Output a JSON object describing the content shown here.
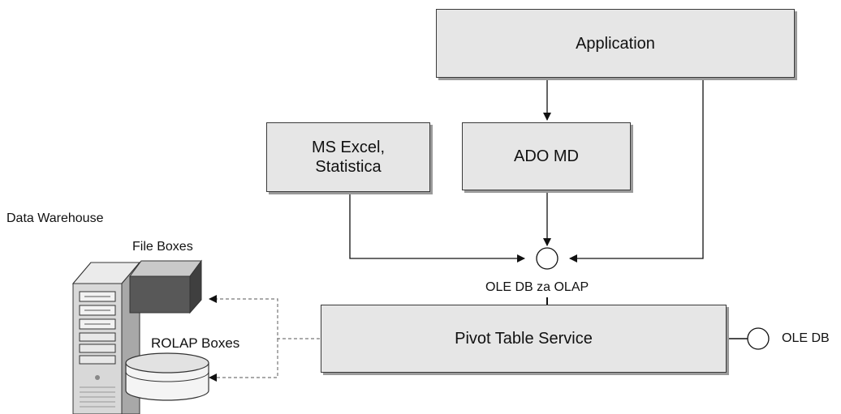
{
  "boxes": {
    "application": "Application",
    "ms_excel_line1": "MS Excel,",
    "ms_excel_line2": "Statistica",
    "ado_md": "ADO MD",
    "pivot_table_service": "Pivot Table Service"
  },
  "labels": {
    "data_warehouse": "Data Warehouse",
    "file_boxes": "File Boxes",
    "rolap_boxes": "ROLAP Boxes",
    "ole_db_za_olap": "OLE DB za OLAP",
    "ole_db": "OLE DB"
  }
}
